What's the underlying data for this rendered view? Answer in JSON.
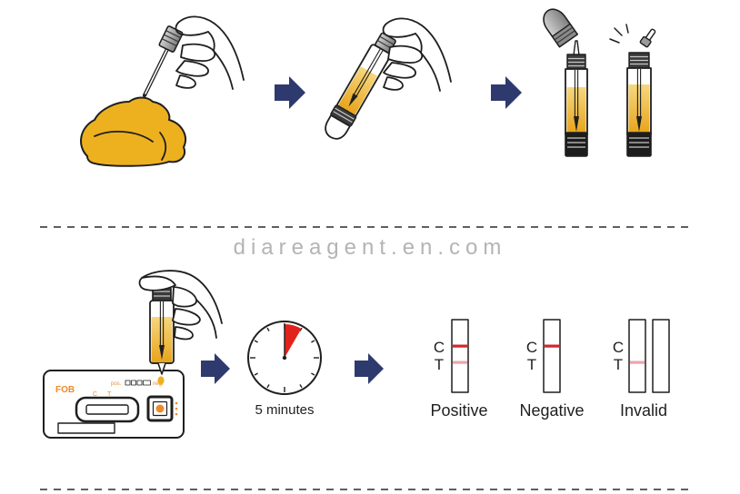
{
  "watermark": "diareagent.en.com",
  "colors": {
    "arrow": "#2e3a6e",
    "sample": "#edb120",
    "c_line": "#d4262d",
    "t_line": "#f0a3ab",
    "timer_wedge": "#e2231d",
    "cassette_accent": "#ef8a2c",
    "watermark": "#b4b4b4"
  },
  "arrow_icon": "right-arrow-icon",
  "steps": [
    {
      "icons": [
        "hand-icon",
        "sampling-stick-icon",
        "stool-sample-icon"
      ]
    },
    {
      "icons": [
        "hand-icon",
        "collection-tube-icon"
      ]
    },
    {
      "icons": [
        "tube-cap-icon",
        "collection-tube-icon",
        "nozzle-cap-icon"
      ]
    },
    {
      "icons": [
        "hand-icon",
        "collection-tube-icon",
        "test-cassette-icon"
      ]
    },
    {
      "icons": [
        "timer-icon"
      ]
    },
    {
      "icons": [
        "test-strip-icon"
      ]
    }
  ],
  "cassette": {
    "brand": "FOB",
    "pos_label": "pos.",
    "neg_label": "neg.",
    "c_label": "C",
    "t_label": "T"
  },
  "timer": {
    "label": "5 minutes",
    "elapsed_minutes": 5
  },
  "results": [
    {
      "label": "Positive",
      "c_label": "C",
      "t_label": "T",
      "strips": [
        {
          "c_line": true,
          "t_line": true
        }
      ]
    },
    {
      "label": "Negative",
      "c_label": "C",
      "t_label": "T",
      "strips": [
        {
          "c_line": true,
          "t_line": false
        }
      ]
    },
    {
      "label": "Invalid",
      "c_label": "C",
      "t_label": "T",
      "strips": [
        {
          "c_line": false,
          "t_line": true
        },
        {
          "c_line": false,
          "t_line": false
        }
      ]
    }
  ]
}
